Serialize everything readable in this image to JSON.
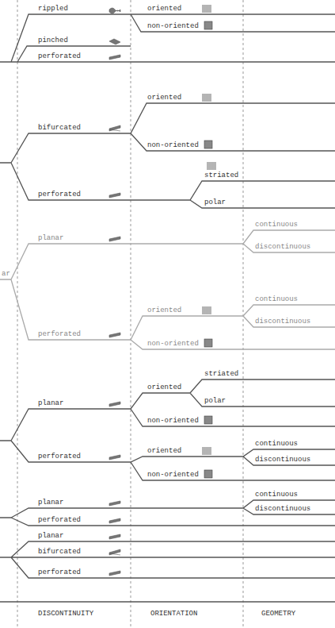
{
  "diagram": {
    "labels": [
      "rippled",
      "oriented",
      "non-oriented",
      "pinched",
      "perforated",
      "oriented",
      "bifurcated",
      "non-oriented",
      "striated",
      "perforated",
      "polar",
      "continuous",
      "planar",
      "discontinuous",
      "ar",
      "continuous",
      "oriented",
      "discontinuous",
      "perforated",
      "non-oriented",
      "striated",
      "oriented",
      "polar",
      "planar",
      "non-oriented",
      "continuous",
      "oriented",
      "perforated",
      "discontinuous",
      "non-oriented",
      "continuous",
      "planar",
      "discontinuous",
      "perforated",
      "planar",
      "bifurcated",
      "perforated",
      "DISCONTINUITY",
      "ORIENTATION",
      "GEOMETRY"
    ]
  }
}
